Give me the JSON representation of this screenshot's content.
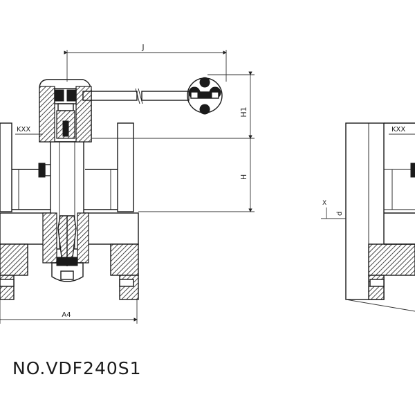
{
  "drawing": {
    "model_number": "NO.VDF240S1",
    "labels": {
      "handle_length": "J",
      "height_upper": "H1",
      "height_lower": "H",
      "bore": "d",
      "face_to_face": "A4",
      "marker_left": "KXX",
      "marker_right": "KXX",
      "side_x": "X"
    }
  }
}
